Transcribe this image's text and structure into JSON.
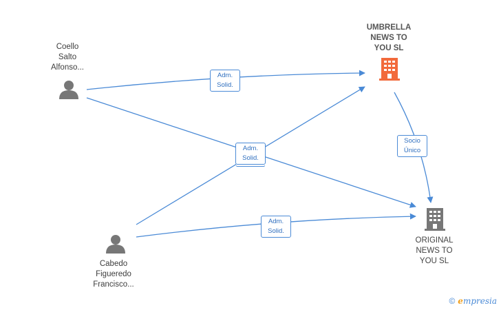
{
  "nodes": {
    "person_coello": "Coello\nSalto\nAlfonso...",
    "person_cabedo": "Cabedo\nFigueredo\nFrancisco...",
    "company_umbrella": "UMBRELLA\nNEWS TO\nYOU  SL",
    "company_original": "ORIGINAL\nNEWS TO\nYOU  SL"
  },
  "edges": {
    "adm_solid": "Adm.\nSolid.",
    "socio_unico": "Socio\nÚnico"
  },
  "colors": {
    "edge": "#4a8ad6",
    "person_icon": "#777777",
    "umbrella_icon": "#f26a3b",
    "original_icon": "#777777"
  },
  "footer": {
    "copyright_symbol": "©",
    "brand_first": "e",
    "brand_rest": "mpresia"
  }
}
